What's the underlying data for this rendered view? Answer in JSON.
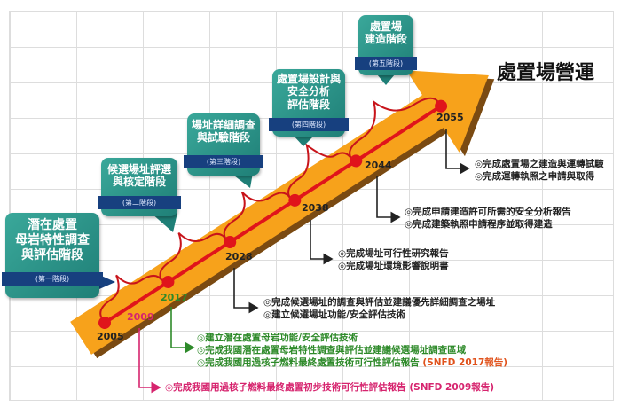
{
  "title": "處置場營運",
  "stages": [
    {
      "name": "潛在處置\n母岩特性調查\n與評估階段",
      "label": "(第一階段)"
    },
    {
      "name": "候選場址評選\n與核定階段",
      "label": "(第二階段)"
    },
    {
      "name": "場址詳細調查\n與試驗階段",
      "label": "(第三階段)"
    },
    {
      "name": "處置場設計與\n安全分析\n評估階段",
      "label": "(第四階段)"
    },
    {
      "name": "處置場\n建造階段",
      "label": "(第五階段)"
    }
  ],
  "years": [
    "2005",
    "2009",
    "2017",
    "2028",
    "2038",
    "2044",
    "2055"
  ],
  "milestones": {
    "y2055": [
      "◎完成處置場之建造與運轉試驗",
      "◎完成運轉執照之申請與取得"
    ],
    "y2044": [
      "◎完成申請建造許可所需的安全分析報告",
      "◎完成建築執照申請程序並取得建造"
    ],
    "y2038": [
      "◎完成場址可行性研究報告",
      "◎完成場址環境影響說明書"
    ],
    "y2028": [
      "◎完成候選場址的調查與評估並建議優先詳細調查之場址",
      "◎建立候選場址功能/安全評估技術"
    ],
    "y2017": [
      "◎建立潛在處置母岩功能/安全評估技術",
      "◎完成我國潛在處置母岩特性調查與評估並建議候選場址調查區域",
      "◎完成我國用過核子燃料最終處置技術可行性評估報告"
    ],
    "y2017_note": "(SNFD 2017報告)",
    "y2009": "◎完成我國用過核子燃料最終處置初步技術可行性評估報告",
    "y2009_note": "(SNFD 2009報告)"
  },
  "colors": {
    "arrow": "#f7a21b",
    "line": "#e0141b",
    "teal": "#2a9488",
    "banner": "#17407f",
    "green": "#2e8a2a",
    "pink": "#d6246e"
  }
}
